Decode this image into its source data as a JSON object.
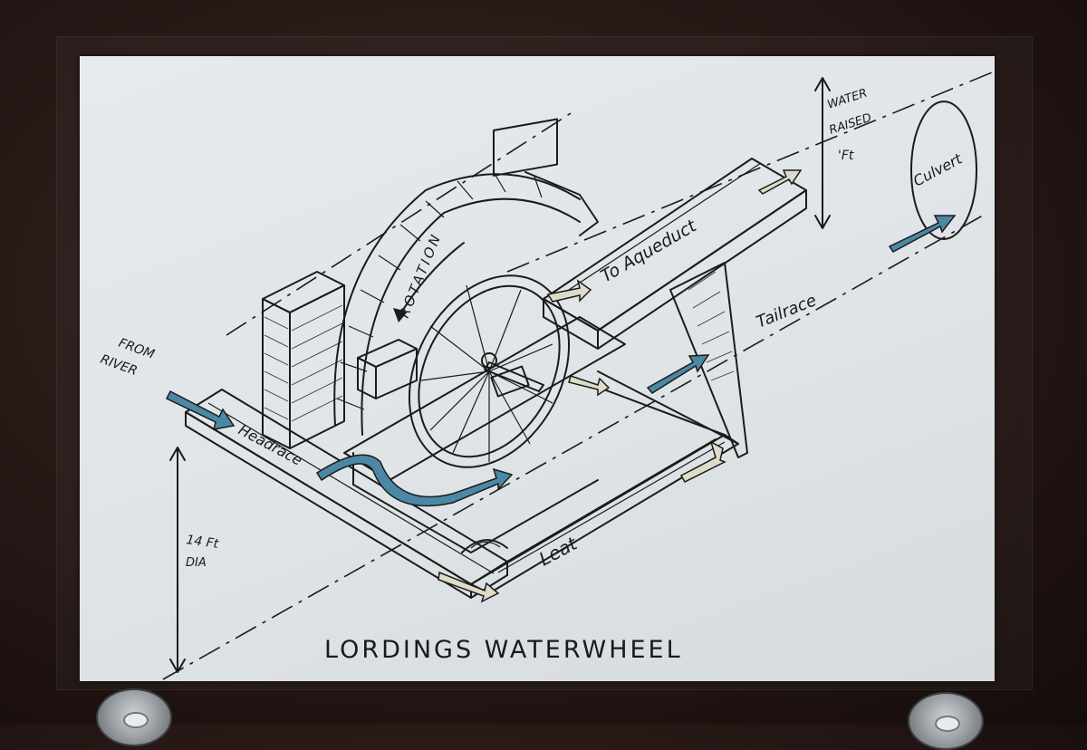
{
  "title": "LORDINGS WATERWHEEL",
  "labels": {
    "from_river_line1": "FROM",
    "from_river_line2": "RIVER",
    "headrace": "Headrace",
    "rotation": "ROTATION",
    "to_aqueduct": "To Aqueduct",
    "tailrace": "Tailrace",
    "leat": "Leat",
    "culvert": "Culvert",
    "water_raised_line1": "WATER",
    "water_raised_line2": "RAISED",
    "water_raised_line3": "'Ft",
    "diameter_line1": "14 Ft",
    "diameter_line2": "DIA"
  },
  "colors": {
    "water_arrow": "#4b88a6",
    "plain_arrow": "#dcdcc8",
    "ink": "#1b1b1b",
    "paper": "#e3e7ea",
    "board": "#241614"
  },
  "icons": [
    "flow-arrow-icon",
    "screw-icon"
  ]
}
